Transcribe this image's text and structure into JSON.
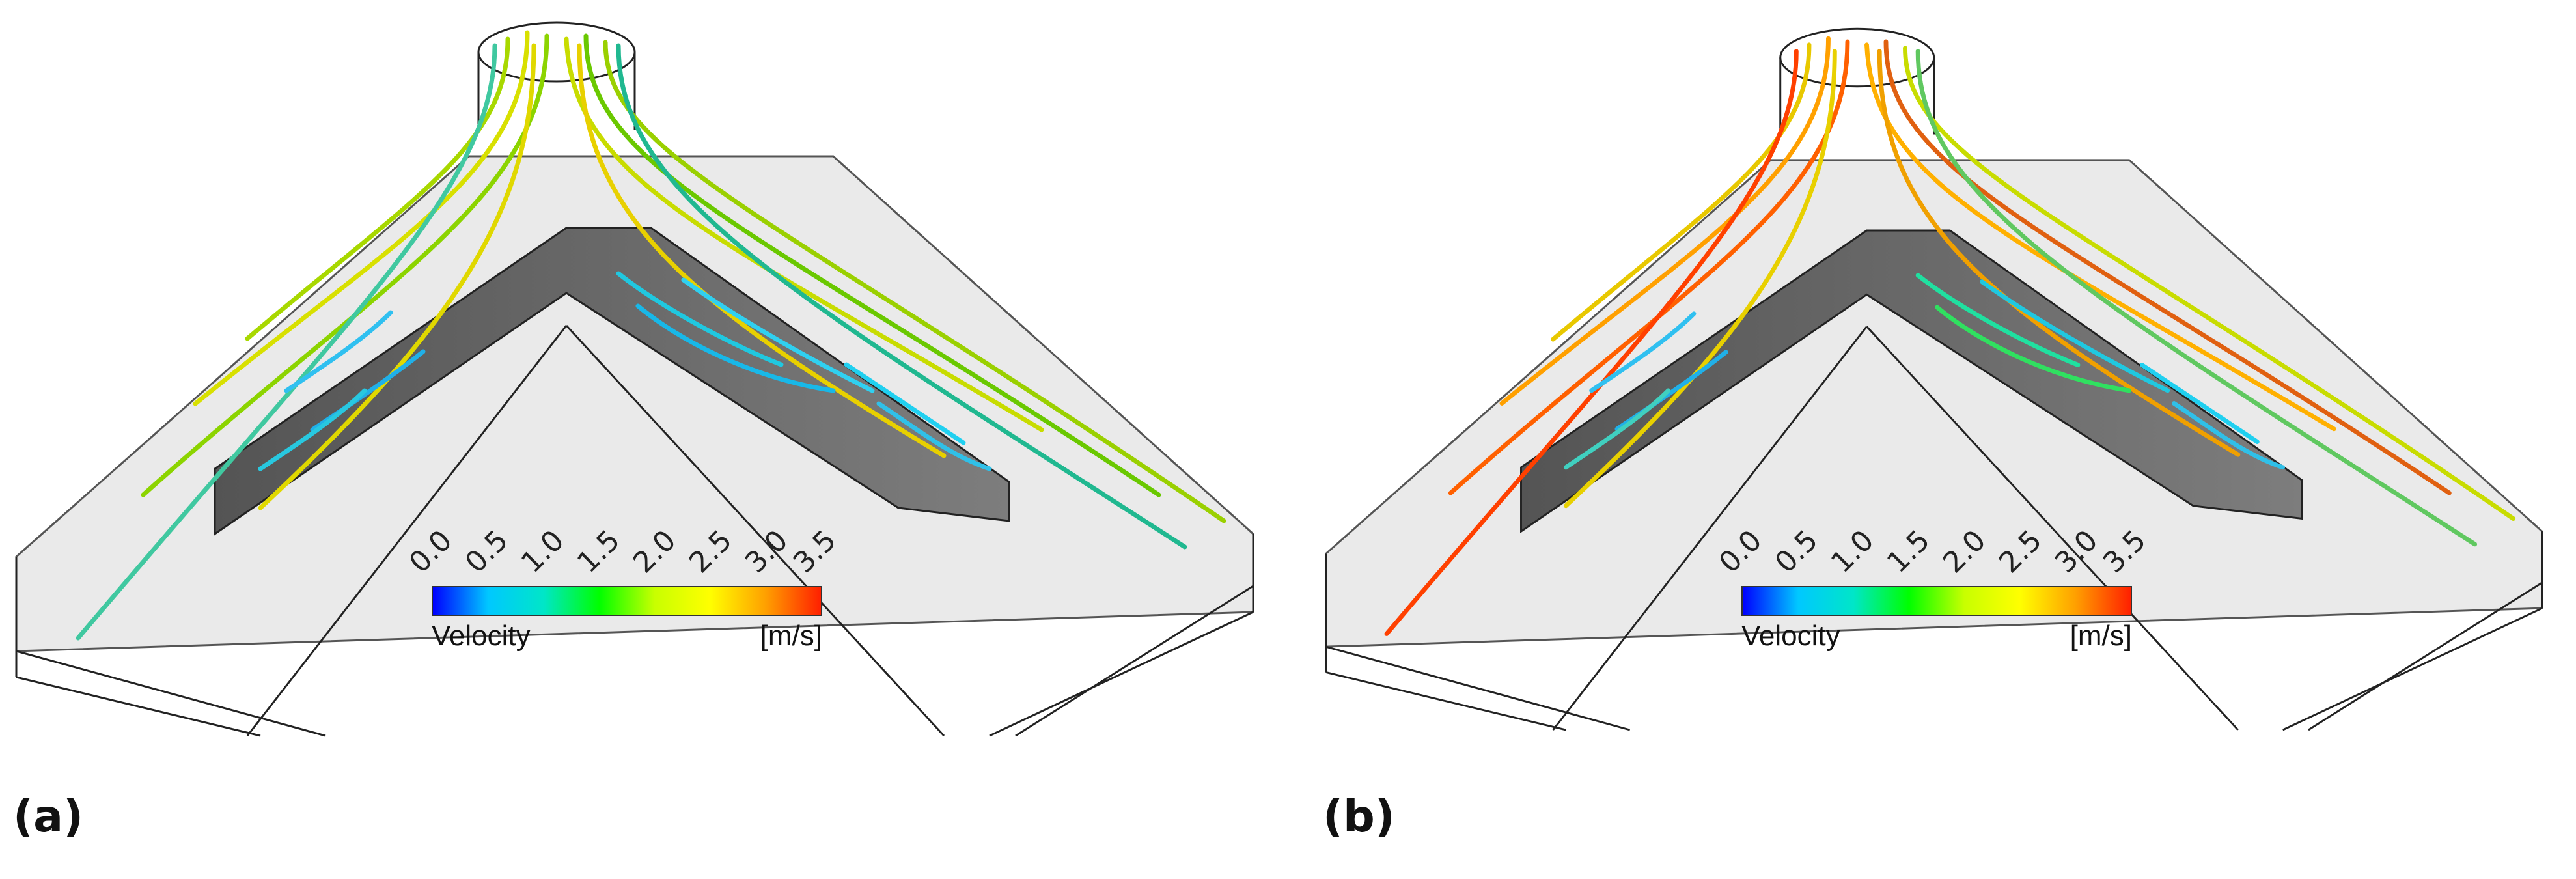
{
  "panels": [
    {
      "label": "(a)"
    },
    {
      "label": "(b)"
    }
  ],
  "colorbar": {
    "title": "Velocity",
    "unit": "[m/s]",
    "ticks": [
      "0.0",
      "0.5",
      "1.0",
      "1.5",
      "2.0",
      "2.5",
      "3.0",
      "3.5"
    ],
    "range": [
      0,
      3.5
    ],
    "colors": [
      "#0000ff",
      "#00c8ff",
      "#00e6c8",
      "#00ff00",
      "#c8ff00",
      "#ffff00",
      "#ffa000",
      "#ff2000"
    ]
  }
}
